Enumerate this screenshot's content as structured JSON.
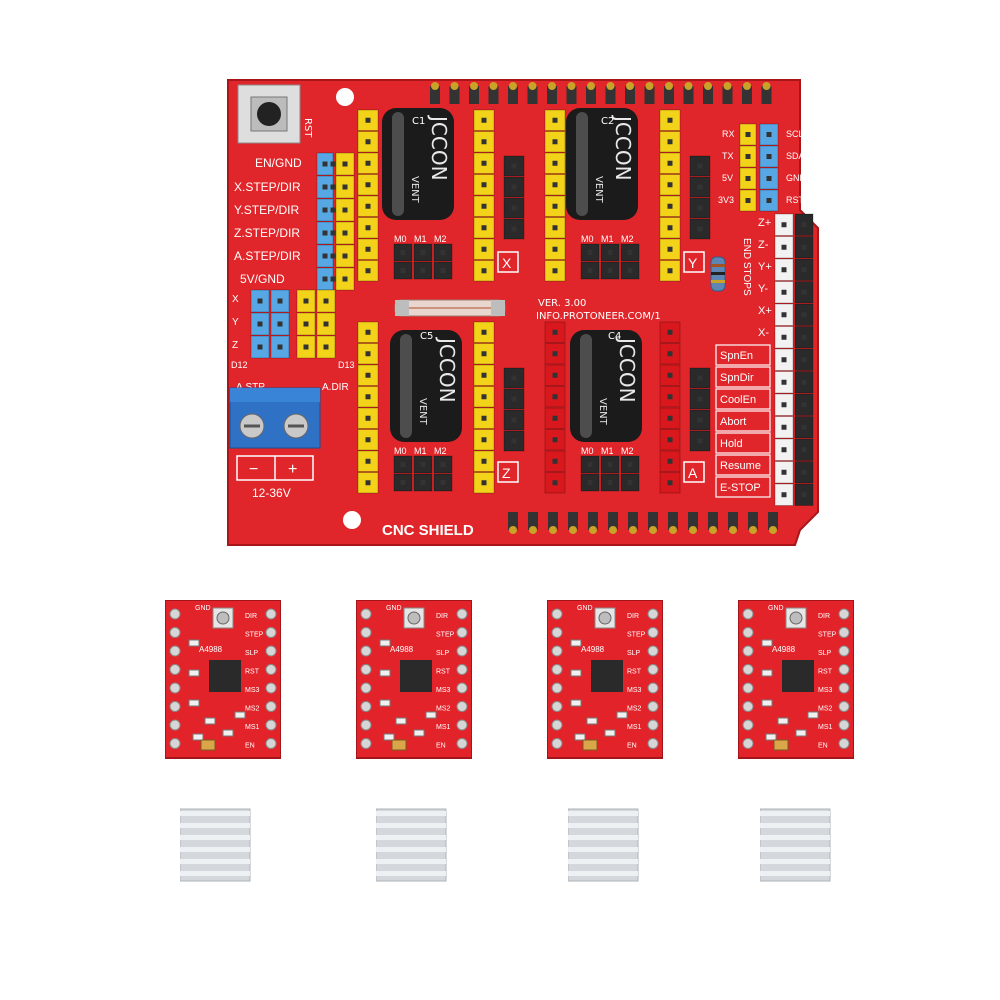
{
  "shield": {
    "title": "CNC SHIELD",
    "version": "VER. 3.00",
    "url": "INFO.PROTONEER.COM/1",
    "reset": "RST",
    "left_labels": [
      "EN/GND",
      "X.STEP/DIR",
      "Y.STEP/DIR",
      "Z.STEP/DIR",
      "A.STEP/DIR",
      "5V/GND"
    ],
    "axis_small": [
      "X",
      "Y",
      "Z"
    ],
    "d12": "D12",
    "d13": "D13",
    "astep": "A.STP",
    "adir": "A.DIR",
    "polarity_minus": "−",
    "polarity_plus": "+",
    "voltage": "12-36V",
    "driver_labels": [
      "X",
      "Y",
      "Z",
      "A"
    ],
    "microstep": [
      "M0",
      "M1",
      "M2"
    ],
    "cap_labels": [
      "C1",
      "C2",
      "C5",
      "C4"
    ],
    "serial_left": [
      "RX",
      "TX",
      "5V",
      "3V3"
    ],
    "serial_right": [
      "SCL",
      "SDA",
      "GND",
      "RST"
    ],
    "endstops_title": "END STOPS",
    "endstops": [
      "Z+",
      "Z-",
      "Y+",
      "Y-",
      "X+",
      "X-"
    ],
    "functions": [
      "SpnEn",
      "SpnDir",
      "CoolEn",
      "Abort",
      "Hold",
      "Resume",
      "E-STOP"
    ],
    "capacitor_brand": "JCCON",
    "capacitor_type": "VENT"
  },
  "drivers": {
    "chip": "A4988",
    "pins_right": [
      "DIR",
      "STEP",
      "SLP",
      "RST",
      "MS3",
      "MS2",
      "MS1",
      "EN"
    ],
    "top": "GND",
    "count": 4
  },
  "heatsinks": {
    "count": 4
  },
  "colors": {
    "pcb": "#e0262a",
    "pcb_dark": "#b81a1e",
    "header_yellow": "#f3d21a",
    "header_red": "#d8181c",
    "header_blue": "#57a7e4",
    "terminal_blue": "#2f72c5",
    "capacitor": "#1b1b1b",
    "heatsink": "#d4d8dc"
  }
}
